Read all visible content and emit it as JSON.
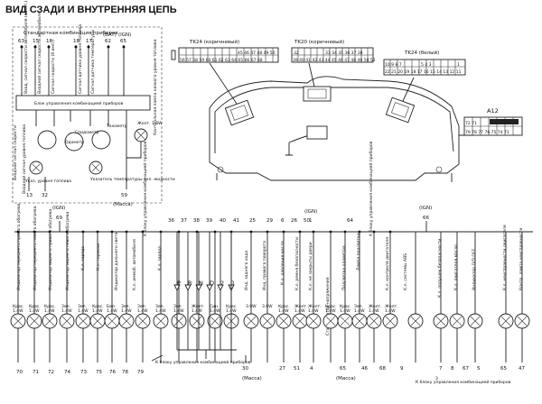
{
  "title": "ВИД СЗАДИ И ВНУТРЕННЯЯ ЦЕПЬ",
  "cluster_label": "Стандартная комбинация приборов",
  "top_terminals": [
    "63",
    "15",
    "16",
    "18",
    "17",
    "62",
    "65"
  ],
  "top_terminal_labels": [
    "(BAT)",
    "(IGN)"
  ],
  "top_vertical_labels": [
    "Вход. сигнал скорости автомобиля (4 имп.)",
    "Входной сигнал скорости автомобиля",
    "Сигнал скорости (8 имп.)",
    "Сигнал датчика уровня топлива",
    "Сигнал датчика температуры"
  ],
  "control_block_label": "Блок управления комбинацией приборов",
  "control_lamp_label": "Контрольная лампа низкого уровня топлива",
  "left_side_labels": [
    "Входной сигнал скорости",
    "Входной сигнал уровня топлива"
  ],
  "left_side_terminals": [
    "13",
    "32"
  ],
  "gauges": [
    "Спидометр",
    "Одометр",
    "Тахометр"
  ],
  "fuel_indicator_label": "Указ. уровня топлива",
  "temp_indicator_label": "Указатель температуры охл. жидкости",
  "mass_label": "(Масса)",
  "mass_terminal": "59",
  "lamp_label": "Желт. 1.4W",
  "connectors": [
    {
      "name": "TK24 (коричневый)",
      "row1": [
        "",
        "45",
        "46",
        "47",
        "48",
        "49",
        "50",
        ""
      ],
      "row2": [
        "",
        "56",
        "57",
        "58",
        "59",
        "60",
        "61",
        "62",
        "63",
        "64",
        "65",
        "66",
        "67",
        "68"
      ]
    },
    {
      "name": "TK20 (коричневый)",
      "row1": [
        "32",
        "",
        "",
        "33",
        "34",
        "35",
        "36",
        "37",
        "38"
      ],
      "row2": [
        "39",
        "40",
        "41",
        "42",
        "43",
        "44",
        "45",
        "46",
        "47",
        "48",
        "49",
        "50",
        "51"
      ]
    },
    {
      "name": "TK24 (белый)",
      "row1": [
        "10",
        "9",
        "8",
        "7",
        "",
        "5",
        "4",
        "3",
        "",
        "1"
      ],
      "row2": [
        "22",
        "21",
        "20",
        "19",
        "18",
        "17",
        "16",
        "15",
        "14",
        "13",
        "12",
        "11"
      ]
    }
  ],
  "a12": {
    "name": "A12",
    "row1": [
      "72",
      "71",
      "",
      "",
      "",
      "",
      ""
    ],
    "row2": [
      "79",
      "78",
      "77",
      "76",
      "75",
      "74",
      "73"
    ]
  },
  "bottom_header_left": "(IGN)",
  "bottom_header_left_num": "69",
  "bottom_header_mid": "(IGN)",
  "bottom_header_mid_num": "1",
  "bottom_header_right": "(IGN)",
  "bottom_header_right_num": "66",
  "to_control_unit": "К блоку управления комбинацией приборов",
  "upper_numbers": [
    "36",
    "37",
    "38",
    "39",
    "40",
    "41",
    "25",
    "29",
    "6",
    "26",
    "50",
    "64"
  ],
  "gear_letters": [
    "P",
    "R",
    "N",
    "D",
    "2",
    "1"
  ],
  "bottom_numbers": [
    "70",
    "71",
    "72",
    "74",
    "73",
    "75",
    "76",
    "78",
    "79",
    "30",
    "27",
    "51",
    "4",
    "65",
    "46",
    "68",
    "9",
    "7",
    "8",
    "67",
    "5",
    "65",
    "47"
  ],
  "bottom_mass_labels": [
    "(Масса)",
    "(Масса)"
  ],
  "bottom_mass_num": "30",
  "bottom_mass_num2": "3",
  "bottom_control_label": "К блоку управления комбинацией приборов",
  "indicators": [
    "Индикатор переднего правого обогрева",
    "Индикатор переднего левого обогрева",
    "Индикатор заднего правого обогрева",
    "Индикатор заднего левого обогрева",
    "К.л. заряда",
    "К.л. тормоза",
    "Индикатор дальнего света",
    "К.л. иммоб. автомобиля",
    "К.л. заряда",
    "Инд. заднего хода",
    "Инд. правого поворота",
    "К.л. давления масла",
    "К.л. ремня безопасности",
    "К.л. не закрыты двери",
    "Стабилизатор напряжения",
    "Подсветка одометра",
    "Лампа подсветки",
    "К.л. контроля двигателя",
    "К.л. системы ABS",
    "К.л. подушек безопасности",
    "К.л. двигателя масло",
    "Индикатор O/D OFF",
    "К.л. неисправности двигателя",
    "Контр. лампа неисправности"
  ],
  "lamp_colors": [
    "Крас. 1.4W",
    "Крас. 1.4W",
    "Крас. 1.4W",
    "Зел. 1.4W",
    "Зел. 1.4W",
    "Крас. 1.4W",
    "Бел. 1.4W",
    "Зел. 1.4W",
    "Зел. 1.4W",
    "Зел. 1.4W",
    "Зел. 1.4W",
    "Желт. 1.4W",
    "Син. 1.4W",
    "Крас. 1.4W",
    "3.0W",
    "3.0W",
    "Крас. 1.4W",
    "Желт. 1.4W",
    "Желт. 1.4W",
    "Крас. 1.4W",
    "Крас. 1.4W",
    "Зел. 1.4W",
    "Желт. 1.4W",
    "Желт. 1.4W"
  ]
}
